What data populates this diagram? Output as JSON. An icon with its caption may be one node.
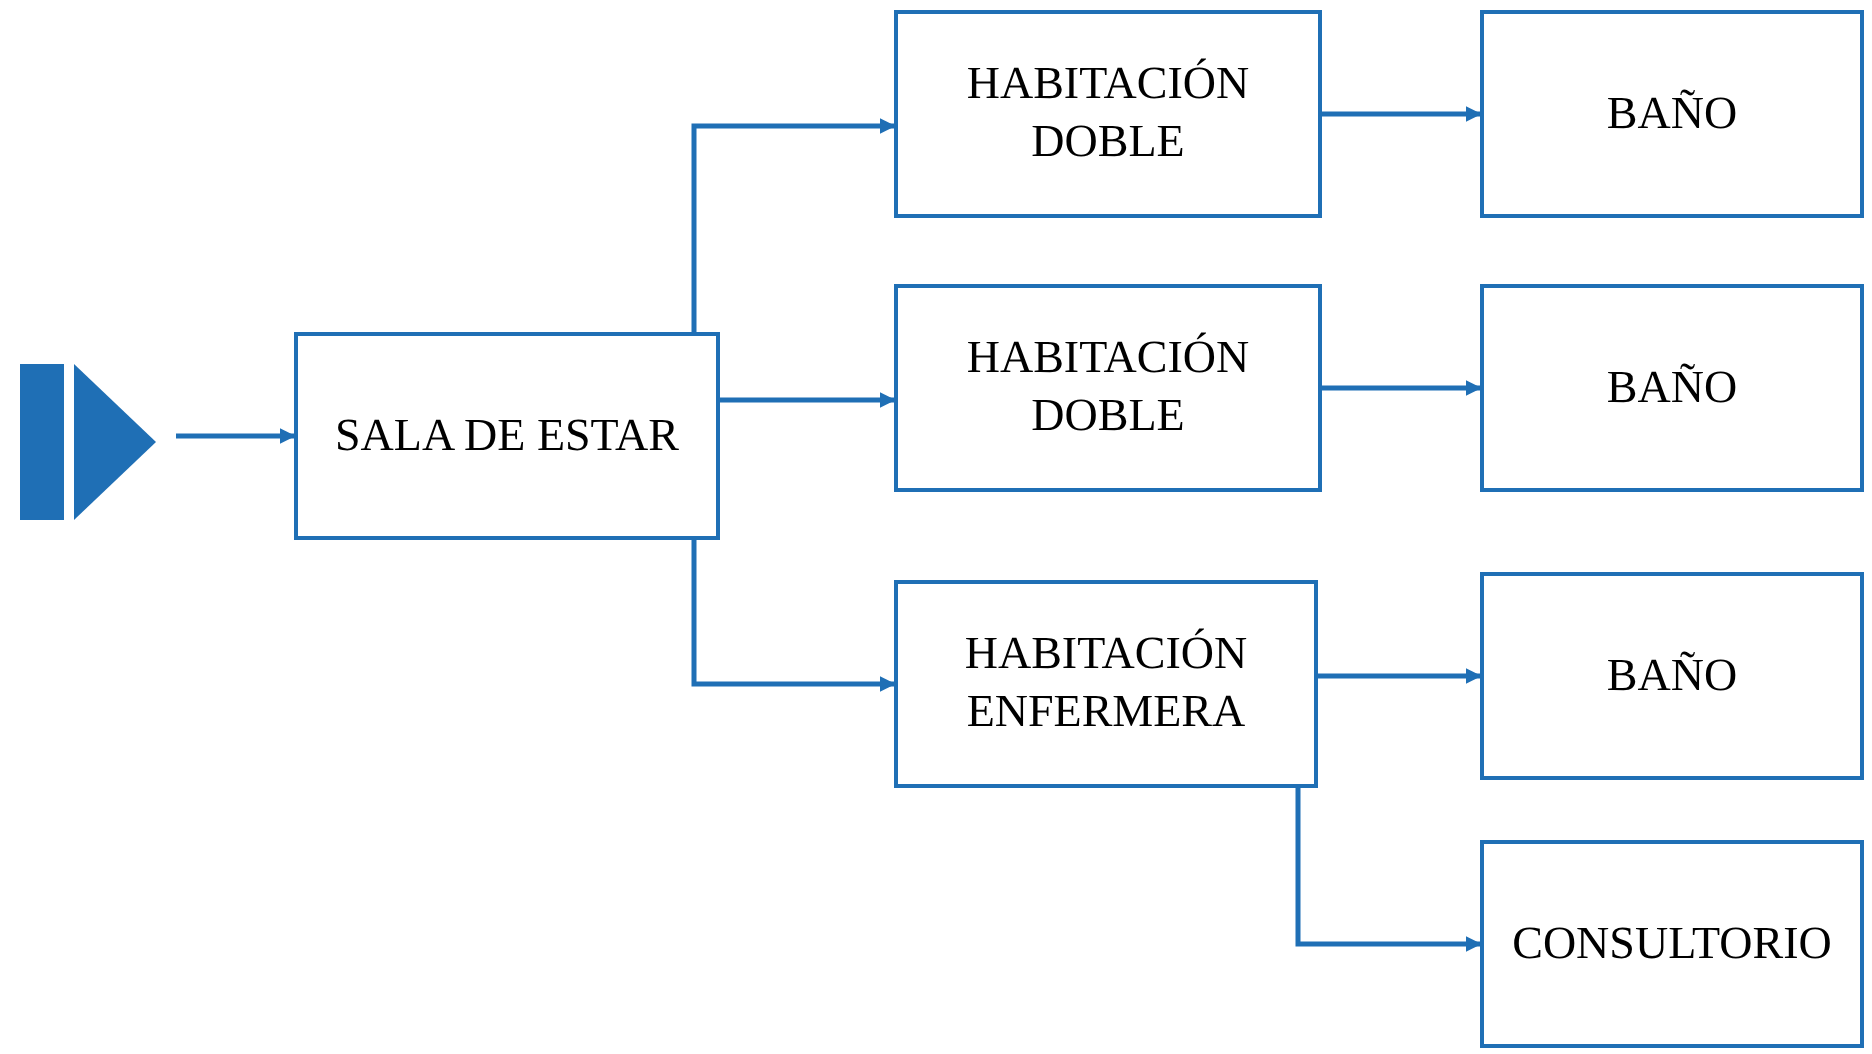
{
  "diagram": {
    "nodes": [
      {
        "text": [],
        "shape": "picture"
      },
      {
        "text": [
          "SALA DE ESTAR"
        ]
      },
      {
        "text": [
          "HABITACIÓN DOBLE"
        ]
      },
      {
        "text": [
          "BAÑO"
        ]
      },
      {
        "text": [
          "HABITACIÓN DOBLE"
        ]
      },
      {
        "text": [
          "BAÑO"
        ]
      },
      {
        "text": [
          "HABITACIÓN ENFERMERA"
        ]
      },
      {
        "text": [
          "BAÑO"
        ]
      },
      {
        "text": [
          "CONSULTORIO"
        ]
      }
    ],
    "edges": [
      {
        "from": 0,
        "to": 1,
        "arrow": "to"
      },
      {
        "from": 1,
        "to": 2,
        "arrow": "to"
      },
      {
        "from": 1,
        "to": 4,
        "arrow": "to"
      },
      {
        "from": 1,
        "to": 6,
        "arrow": "to"
      },
      {
        "from": 2,
        "to": 3,
        "arrow": "to"
      },
      {
        "from": 4,
        "to": 5,
        "arrow": "to"
      },
      {
        "from": 6,
        "to": 7,
        "arrow": "to"
      },
      {
        "from": 6,
        "to": 8,
        "arrow": "to"
      }
    ]
  }
}
